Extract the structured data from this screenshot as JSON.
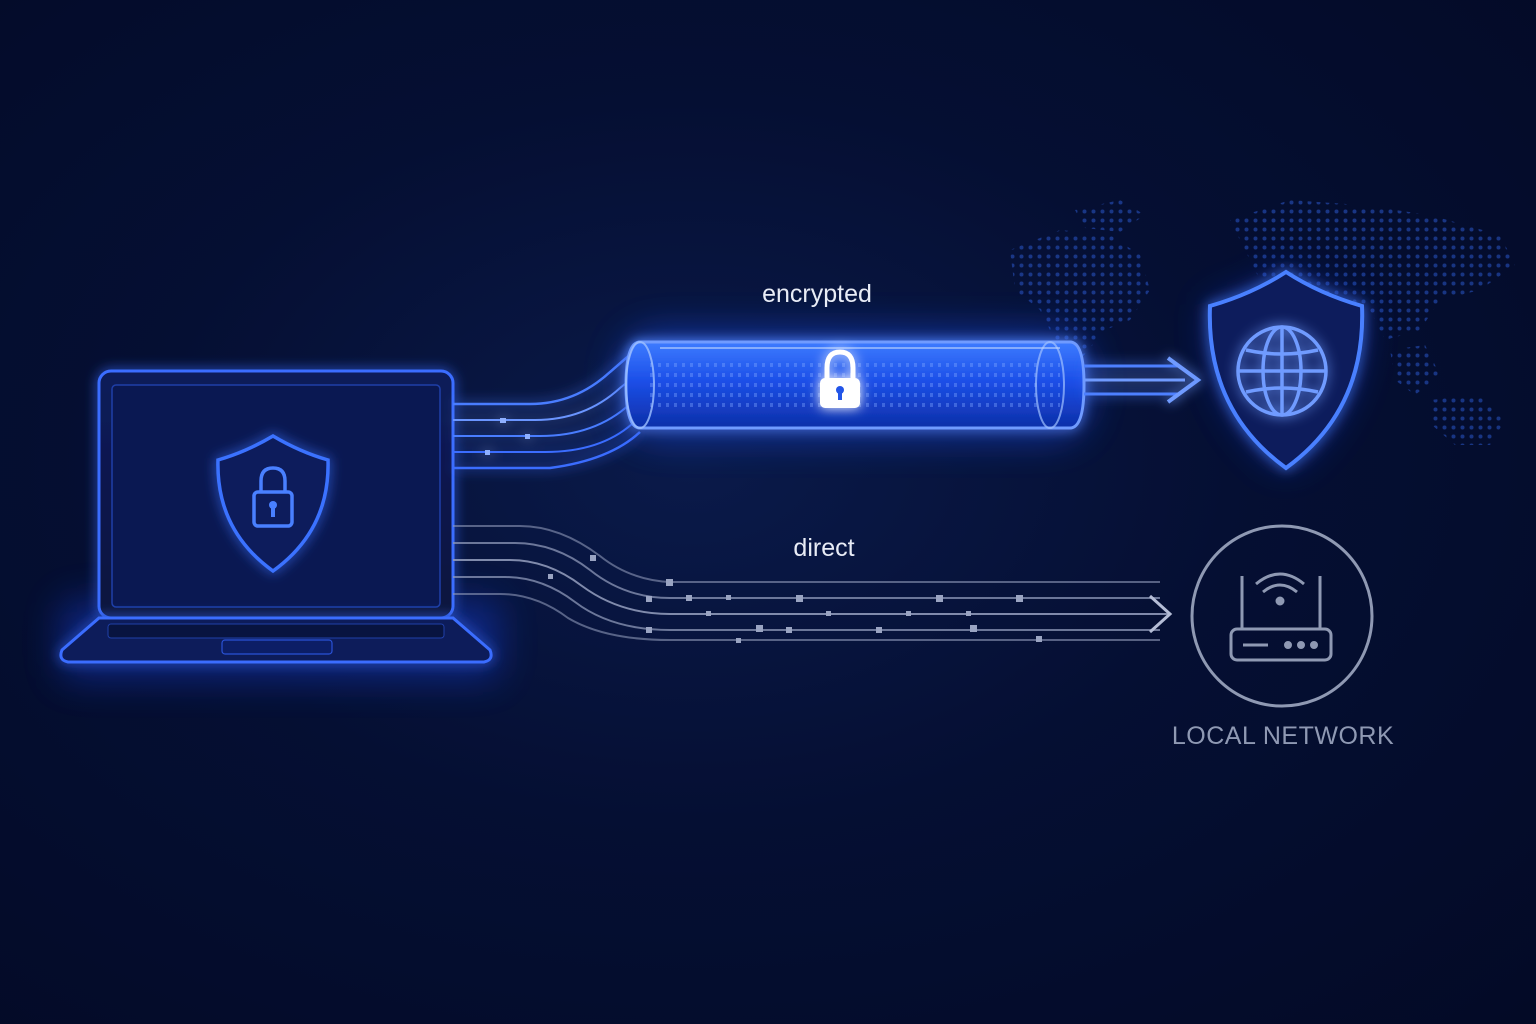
{
  "labels": {
    "encrypted": "encrypted",
    "direct": "direct",
    "local_network": "LOCAL NETWORK"
  },
  "colors": {
    "background": "#040c2c",
    "encrypted_glow": "#2f6bff",
    "encrypted_core": "#9fc1ff",
    "direct_line": "#9aa4c2",
    "device_outline": "#2a5cff"
  },
  "icons": {
    "device": "laptop-icon",
    "device_badge": "shield-lock-icon",
    "tunnel_badge": "padlock-icon",
    "destination_secure": "shield-globe-icon",
    "destination_local": "wifi-router-icon",
    "backdrop": "world-map-dots"
  }
}
